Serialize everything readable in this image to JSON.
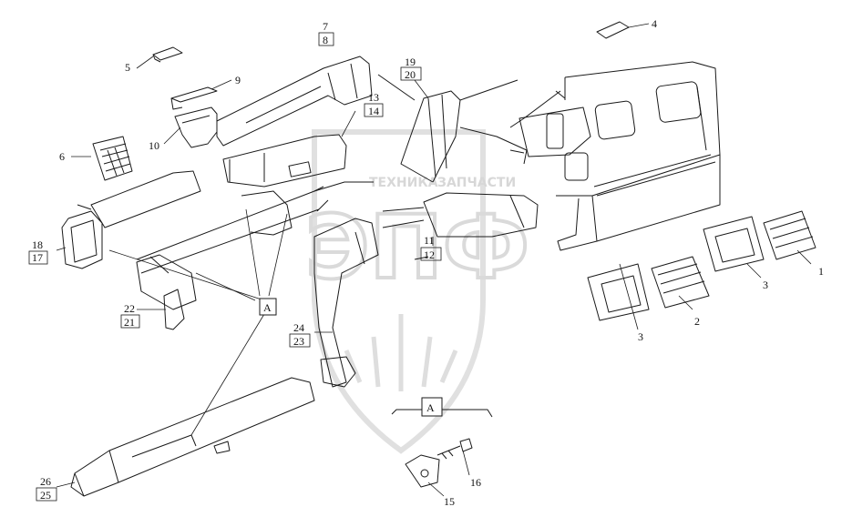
{
  "diagram": {
    "watermark": {
      "line1": "ТЕХНИКА",
      "line2": "ЗАПЧАСТИ",
      "logo": "ЭПФ"
    },
    "callouts": {
      "c1": "1",
      "c2": "2",
      "c3a": "3",
      "c3b": "3",
      "c4": "4",
      "c5": "5",
      "c6": "6",
      "c7": "7",
      "c8": "8",
      "c9": "9",
      "c10": "10",
      "c11": "11",
      "c12": "12",
      "c13": "13",
      "c14": "14",
      "c15": "15",
      "c16": "16",
      "c17": "17",
      "c18": "18",
      "c19": "19",
      "c20": "20",
      "c21": "21",
      "c22": "22",
      "c23": "23",
      "c24": "24",
      "c25": "25",
      "c26": "26",
      "detailMarker": "A",
      "detailHeader": "A"
    },
    "colors": {
      "line": "#1a1a1a",
      "watermark": "#bfbfbf"
    }
  }
}
